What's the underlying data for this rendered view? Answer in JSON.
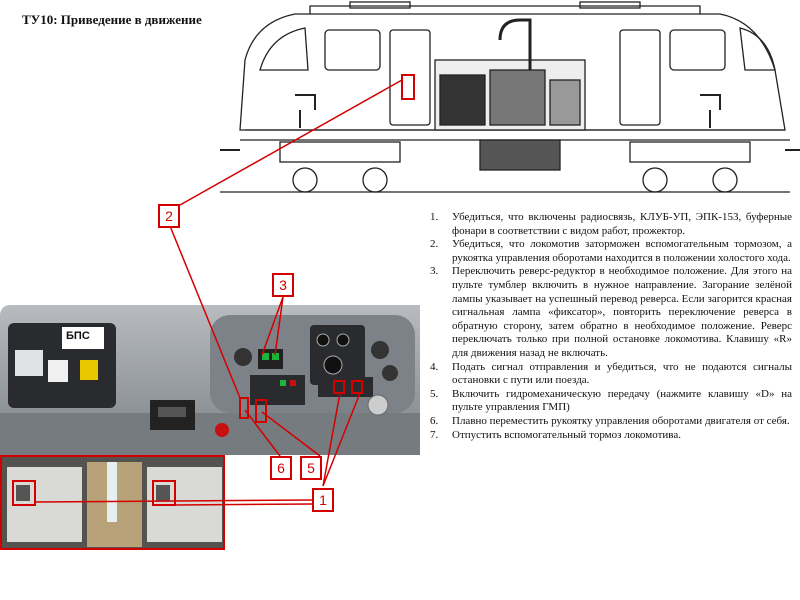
{
  "title": "ТУ10: Приведение в движение",
  "panel": {
    "label": "БПС"
  },
  "callouts": [
    "1",
    "2",
    "3",
    "5",
    "6"
  ],
  "steps": [
    "Убедиться, что включены радиосвязь, КЛУБ-УП, ЭПК-153, буферные фонари в соответствии с видом работ, прожектор.",
    "Убедиться, что локомотив заторможен вспомогательным тормозом, а рукоятка управления оборотами находится в положении холостого хода.",
    "Переключить реверс-редуктор в необходимое положение. Для этого на пульте тумблер включить в нужное направление. Загорание зелёной лампы указывает на успешный перевод реверса. Если загорится красная сигнальная лампа «фиксатор», повторить переключение реверса в обратную сторону, затем обратно в необходимое положение. Реверс переключать только при полной остановке локомотива. Клавишу «R» для движения назад не включать.",
    "Подать сигнал отправления и убедиться, что не подаются сигналы остановки с пути или поезда.",
    "Включить гидромеханическую передачу (нажмите клавишу «D» на пульте управления ГМП)",
    "Плавно переместить рукоятку управления оборотами двигателя от себя.",
    "Отпустить вспомогательный тормоз локомотива."
  ],
  "step_numbers": [
    "1.",
    "2.",
    "3.",
    "4.",
    "5.",
    "6.",
    "7."
  ],
  "colors": {
    "accent": "#d40000",
    "panel": "#8f9499",
    "line": "#222222"
  }
}
